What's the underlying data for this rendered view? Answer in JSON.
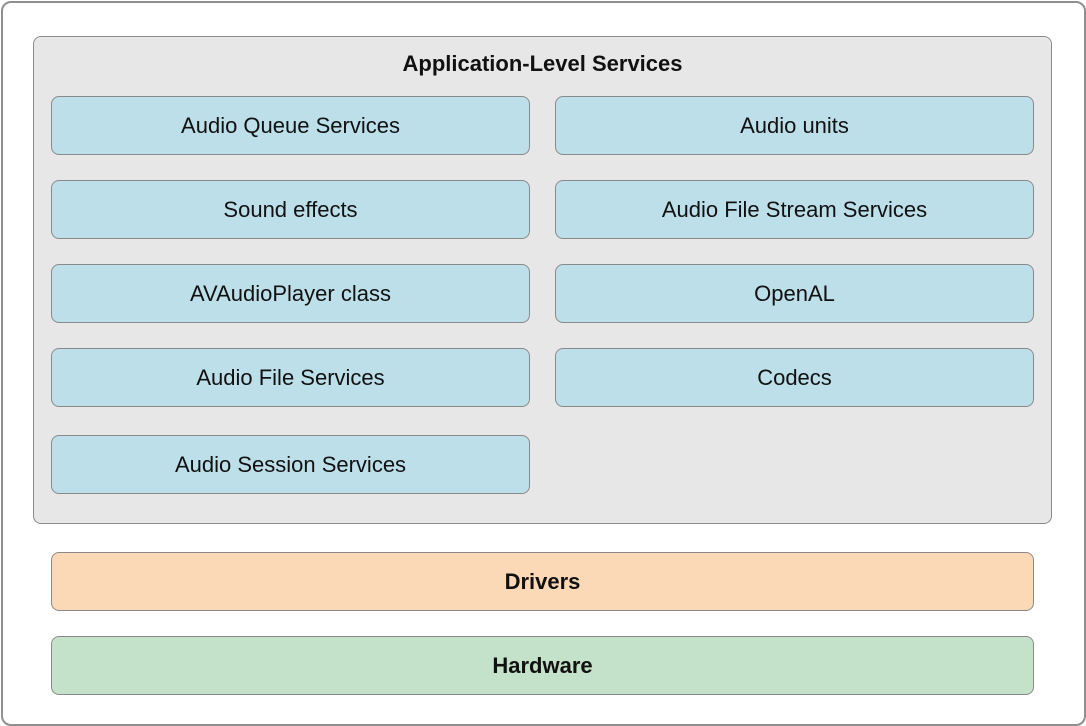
{
  "diagram": {
    "application_layer": {
      "title": "Application-Level Services",
      "services": [
        "Audio Queue Services",
        "Audio units",
        "Sound effects",
        "Audio File Stream Services",
        "AVAudioPlayer class",
        "OpenAL",
        "Audio File Services",
        "Codecs",
        "Audio Session Services"
      ]
    },
    "drivers_layer": {
      "label": "Drivers"
    },
    "hardware_layer": {
      "label": "Hardware"
    },
    "colors": {
      "service_box": "#bddfea",
      "application_layer": "#e6e7e6",
      "drivers": "#fcd9b6",
      "hardware": "#c4e2c9",
      "border": "#8a8a8a"
    }
  }
}
